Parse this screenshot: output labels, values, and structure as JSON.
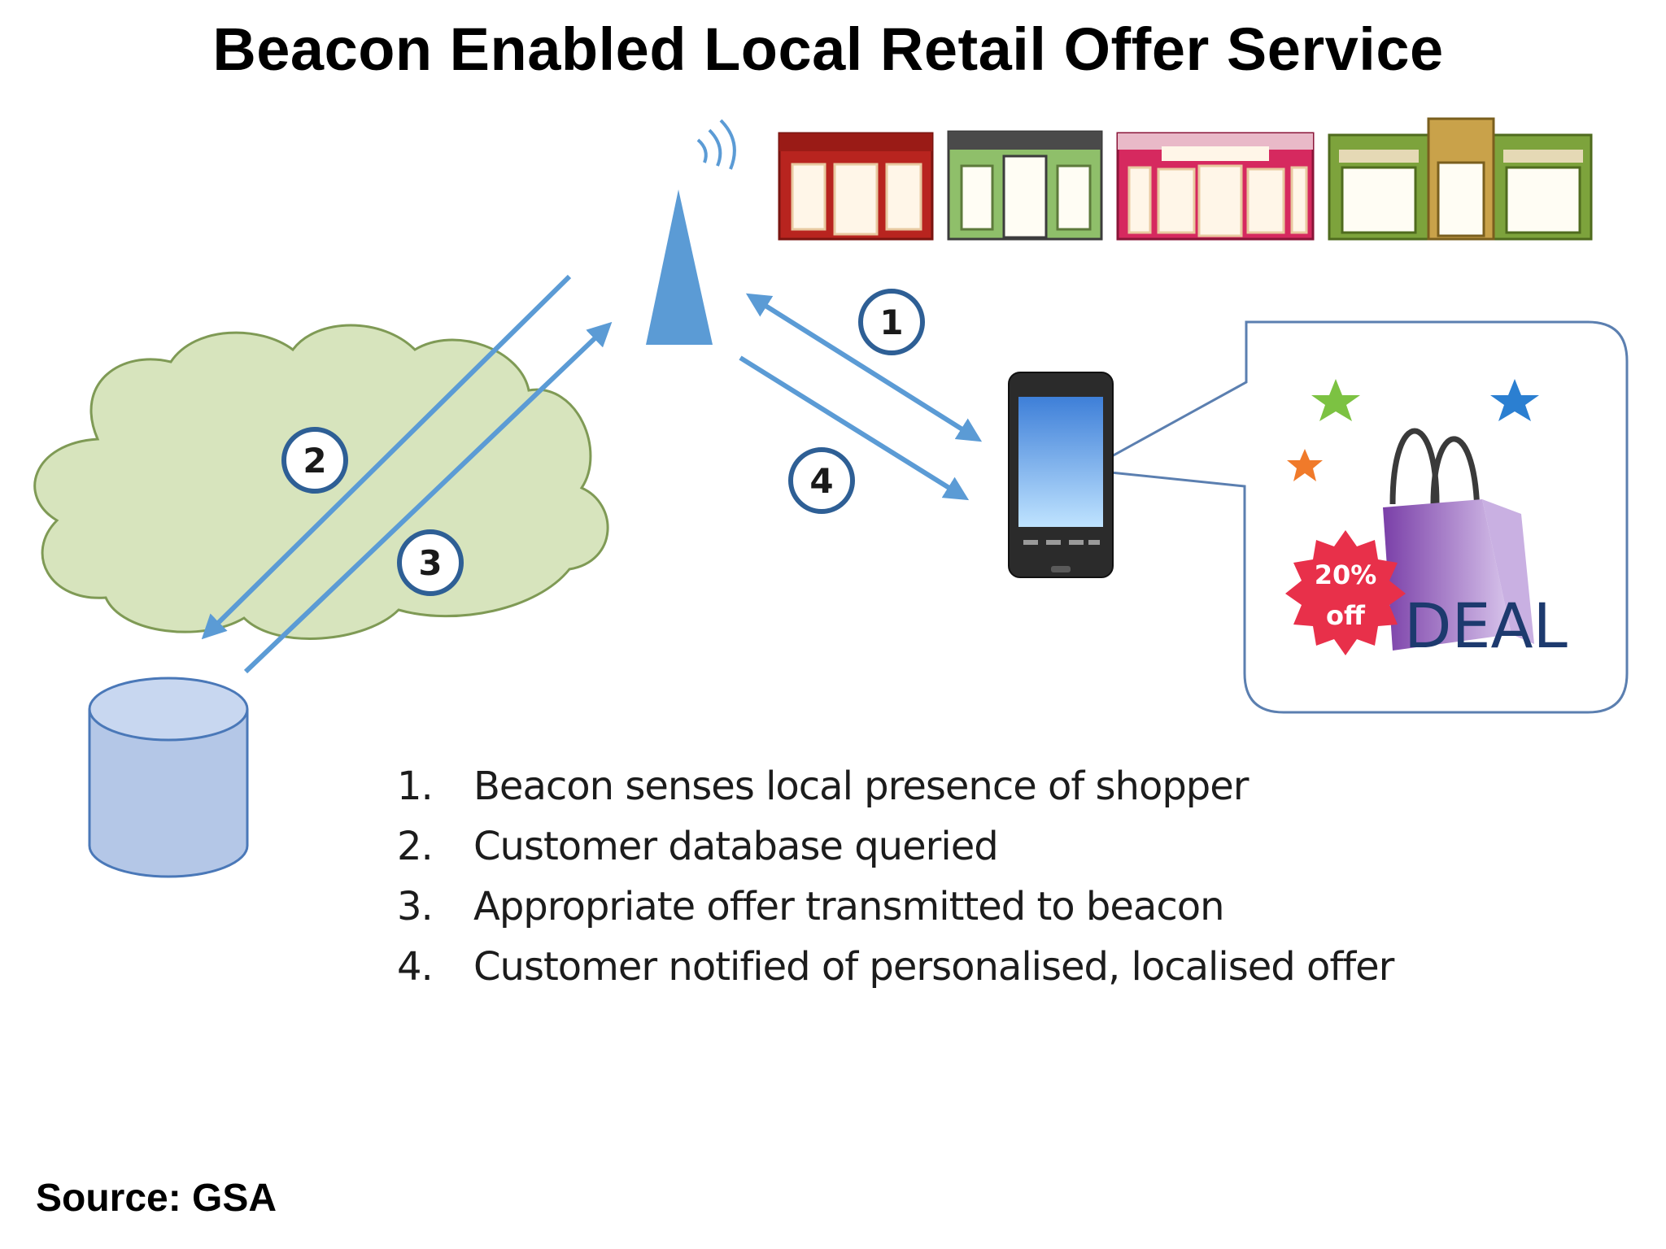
{
  "title": "Beacon Enabled Local Retail Offer Service",
  "steps": [
    {
      "num": "1.",
      "text": "Beacon senses local presence of shopper"
    },
    {
      "num": "2.",
      "text": "Customer database queried"
    },
    {
      "num": "3.",
      "text": "Appropriate offer transmitted to beacon"
    },
    {
      "num": "4.",
      "text": "Customer notified of personalised, localised offer"
    }
  ],
  "badges": [
    "1",
    "2",
    "3",
    "4"
  ],
  "offer": {
    "percent": "20%",
    "off": "off",
    "deal": "DEAL"
  },
  "source": "Source: GSA",
  "colors": {
    "arrow": "#5b9bd5",
    "beacon": "#5b9bd5",
    "cloud": "#d7e4bd",
    "database": "#b4c7e7",
    "burst": "#e8304a"
  },
  "icons": [
    "cloud-icon",
    "database-icon",
    "beacon-tower-icon",
    "storefront-icon",
    "smartphone-icon",
    "shopping-bag-icon",
    "star-icon"
  ]
}
